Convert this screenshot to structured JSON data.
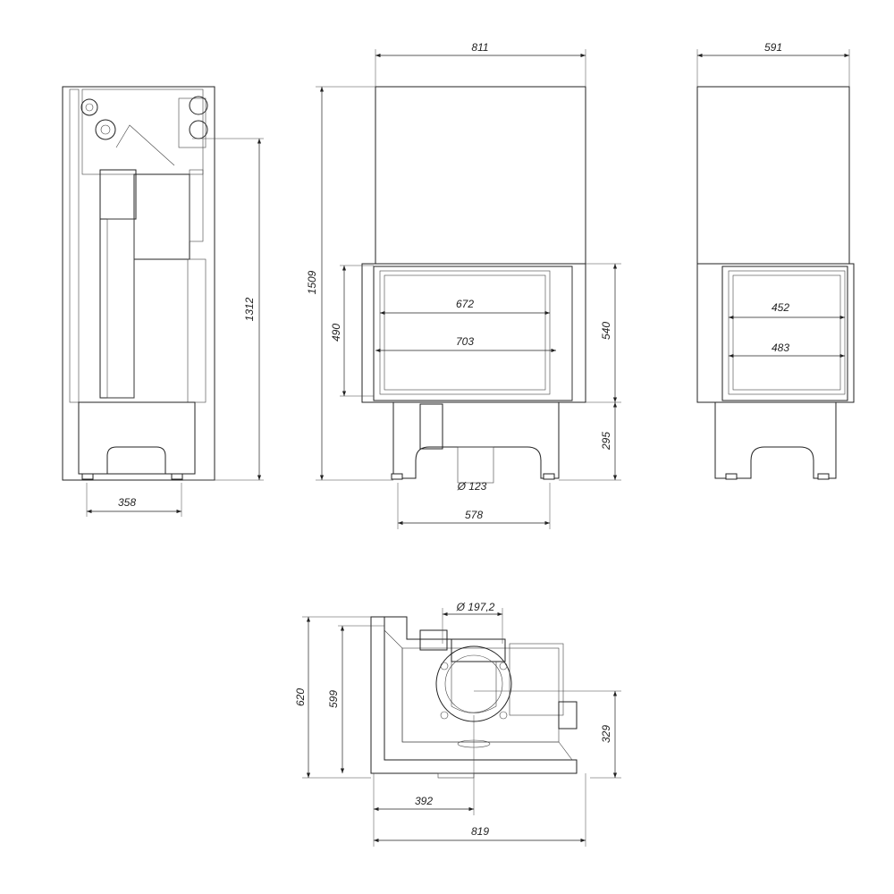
{
  "dimensions": {
    "front_width": "811",
    "side_width": "591",
    "total_height": "1509",
    "side_section_height": "1312",
    "left_depth": "358",
    "front_glass_inner": "672",
    "front_glass_outer": "703",
    "front_door_height": "490",
    "front_firebox_height": "540",
    "base_height": "295",
    "base_width": "578",
    "flue_diameter_bottom": "Ø 123",
    "side_glass_inner": "452",
    "side_glass_outer": "483",
    "flue_diameter_top": "Ø 197,2",
    "plan_depth_outer": "620",
    "plan_depth_inner": "599",
    "plan_flue_offset_y": "329",
    "plan_flue_offset_x": "392",
    "plan_width": "819"
  },
  "colors": {
    "line": "#222222",
    "background": "#ffffff"
  }
}
